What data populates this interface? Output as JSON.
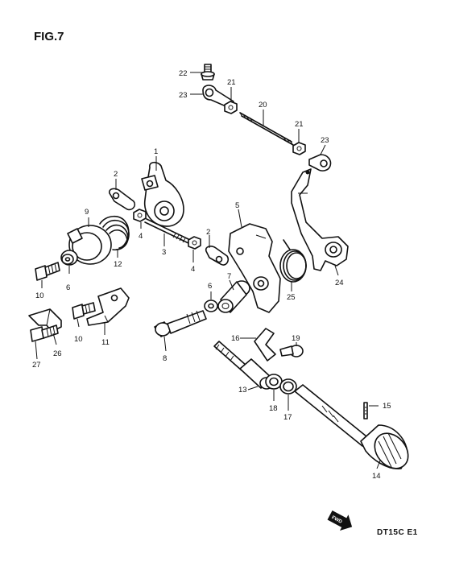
{
  "figure": {
    "title": "FIG.7",
    "code": "DT15C E1",
    "fwd_label": "FWD"
  },
  "callouts": [
    {
      "id": "c1",
      "text": "1"
    },
    {
      "id": "c2a",
      "text": "2"
    },
    {
      "id": "c2b",
      "text": "2"
    },
    {
      "id": "c3",
      "text": "3"
    },
    {
      "id": "c4a",
      "text": "4"
    },
    {
      "id": "c4b",
      "text": "4"
    },
    {
      "id": "c5",
      "text": "5"
    },
    {
      "id": "c6a",
      "text": "6"
    },
    {
      "id": "c6b",
      "text": "6"
    },
    {
      "id": "c7",
      "text": "7"
    },
    {
      "id": "c8",
      "text": "8"
    },
    {
      "id": "c9",
      "text": "9"
    },
    {
      "id": "c10a",
      "text": "10"
    },
    {
      "id": "c10b",
      "text": "10"
    },
    {
      "id": "c11",
      "text": "11"
    },
    {
      "id": "c12",
      "text": "12"
    },
    {
      "id": "c13",
      "text": "13"
    },
    {
      "id": "c14",
      "text": "14"
    },
    {
      "id": "c15",
      "text": "15"
    },
    {
      "id": "c16",
      "text": "16"
    },
    {
      "id": "c17",
      "text": "17"
    },
    {
      "id": "c18",
      "text": "18"
    },
    {
      "id": "c19",
      "text": "19"
    },
    {
      "id": "c20",
      "text": "20"
    },
    {
      "id": "c21a",
      "text": "21"
    },
    {
      "id": "c21b",
      "text": "21"
    },
    {
      "id": "c22",
      "text": "22"
    },
    {
      "id": "c23a",
      "text": "23"
    },
    {
      "id": "c23b",
      "text": "23"
    },
    {
      "id": "c24",
      "text": "24"
    },
    {
      "id": "c25",
      "text": "25"
    },
    {
      "id": "c26",
      "text": "26"
    },
    {
      "id": "c27",
      "text": "27"
    }
  ]
}
